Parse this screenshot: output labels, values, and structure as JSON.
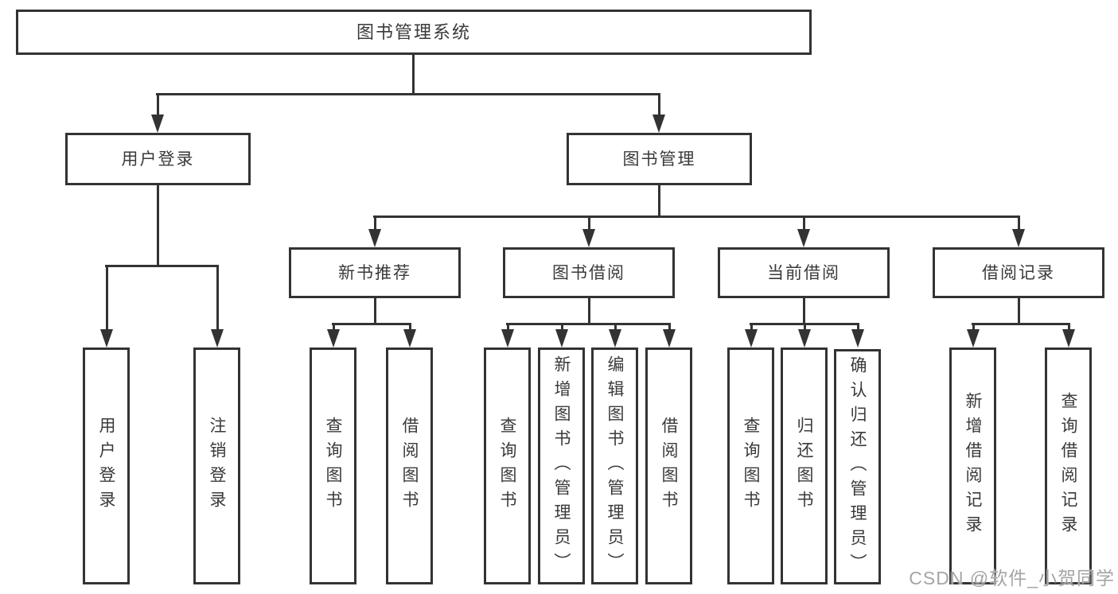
{
  "watermark": "CSDN @软件_小贺同学",
  "colors": {
    "ink": "#333333",
    "background": "#ffffff",
    "watermark": "#a5a5a5"
  },
  "tree": {
    "label": "图书管理系统",
    "children": [
      {
        "label": "用户登录",
        "children": [
          {
            "label": "用户登录"
          },
          {
            "label": "注销登录"
          }
        ]
      },
      {
        "label": "图书管理",
        "children": [
          {
            "label": "新书推荐",
            "children": [
              {
                "label": "查询图书"
              },
              {
                "label": "借阅图书"
              }
            ]
          },
          {
            "label": "图书借阅",
            "children": [
              {
                "label": "查询图书"
              },
              {
                "label": "新增图书（管理员）"
              },
              {
                "label": "编辑图书（管理员）"
              },
              {
                "label": "借阅图书"
              }
            ]
          },
          {
            "label": "当前借阅",
            "children": [
              {
                "label": "查询图书"
              },
              {
                "label": "归还图书"
              },
              {
                "label": "确认归还（管理员）"
              }
            ]
          },
          {
            "label": "借阅记录",
            "children": [
              {
                "label": "新增借阅记录"
              },
              {
                "label": "查询借阅记录"
              }
            ]
          }
        ]
      }
    ]
  }
}
